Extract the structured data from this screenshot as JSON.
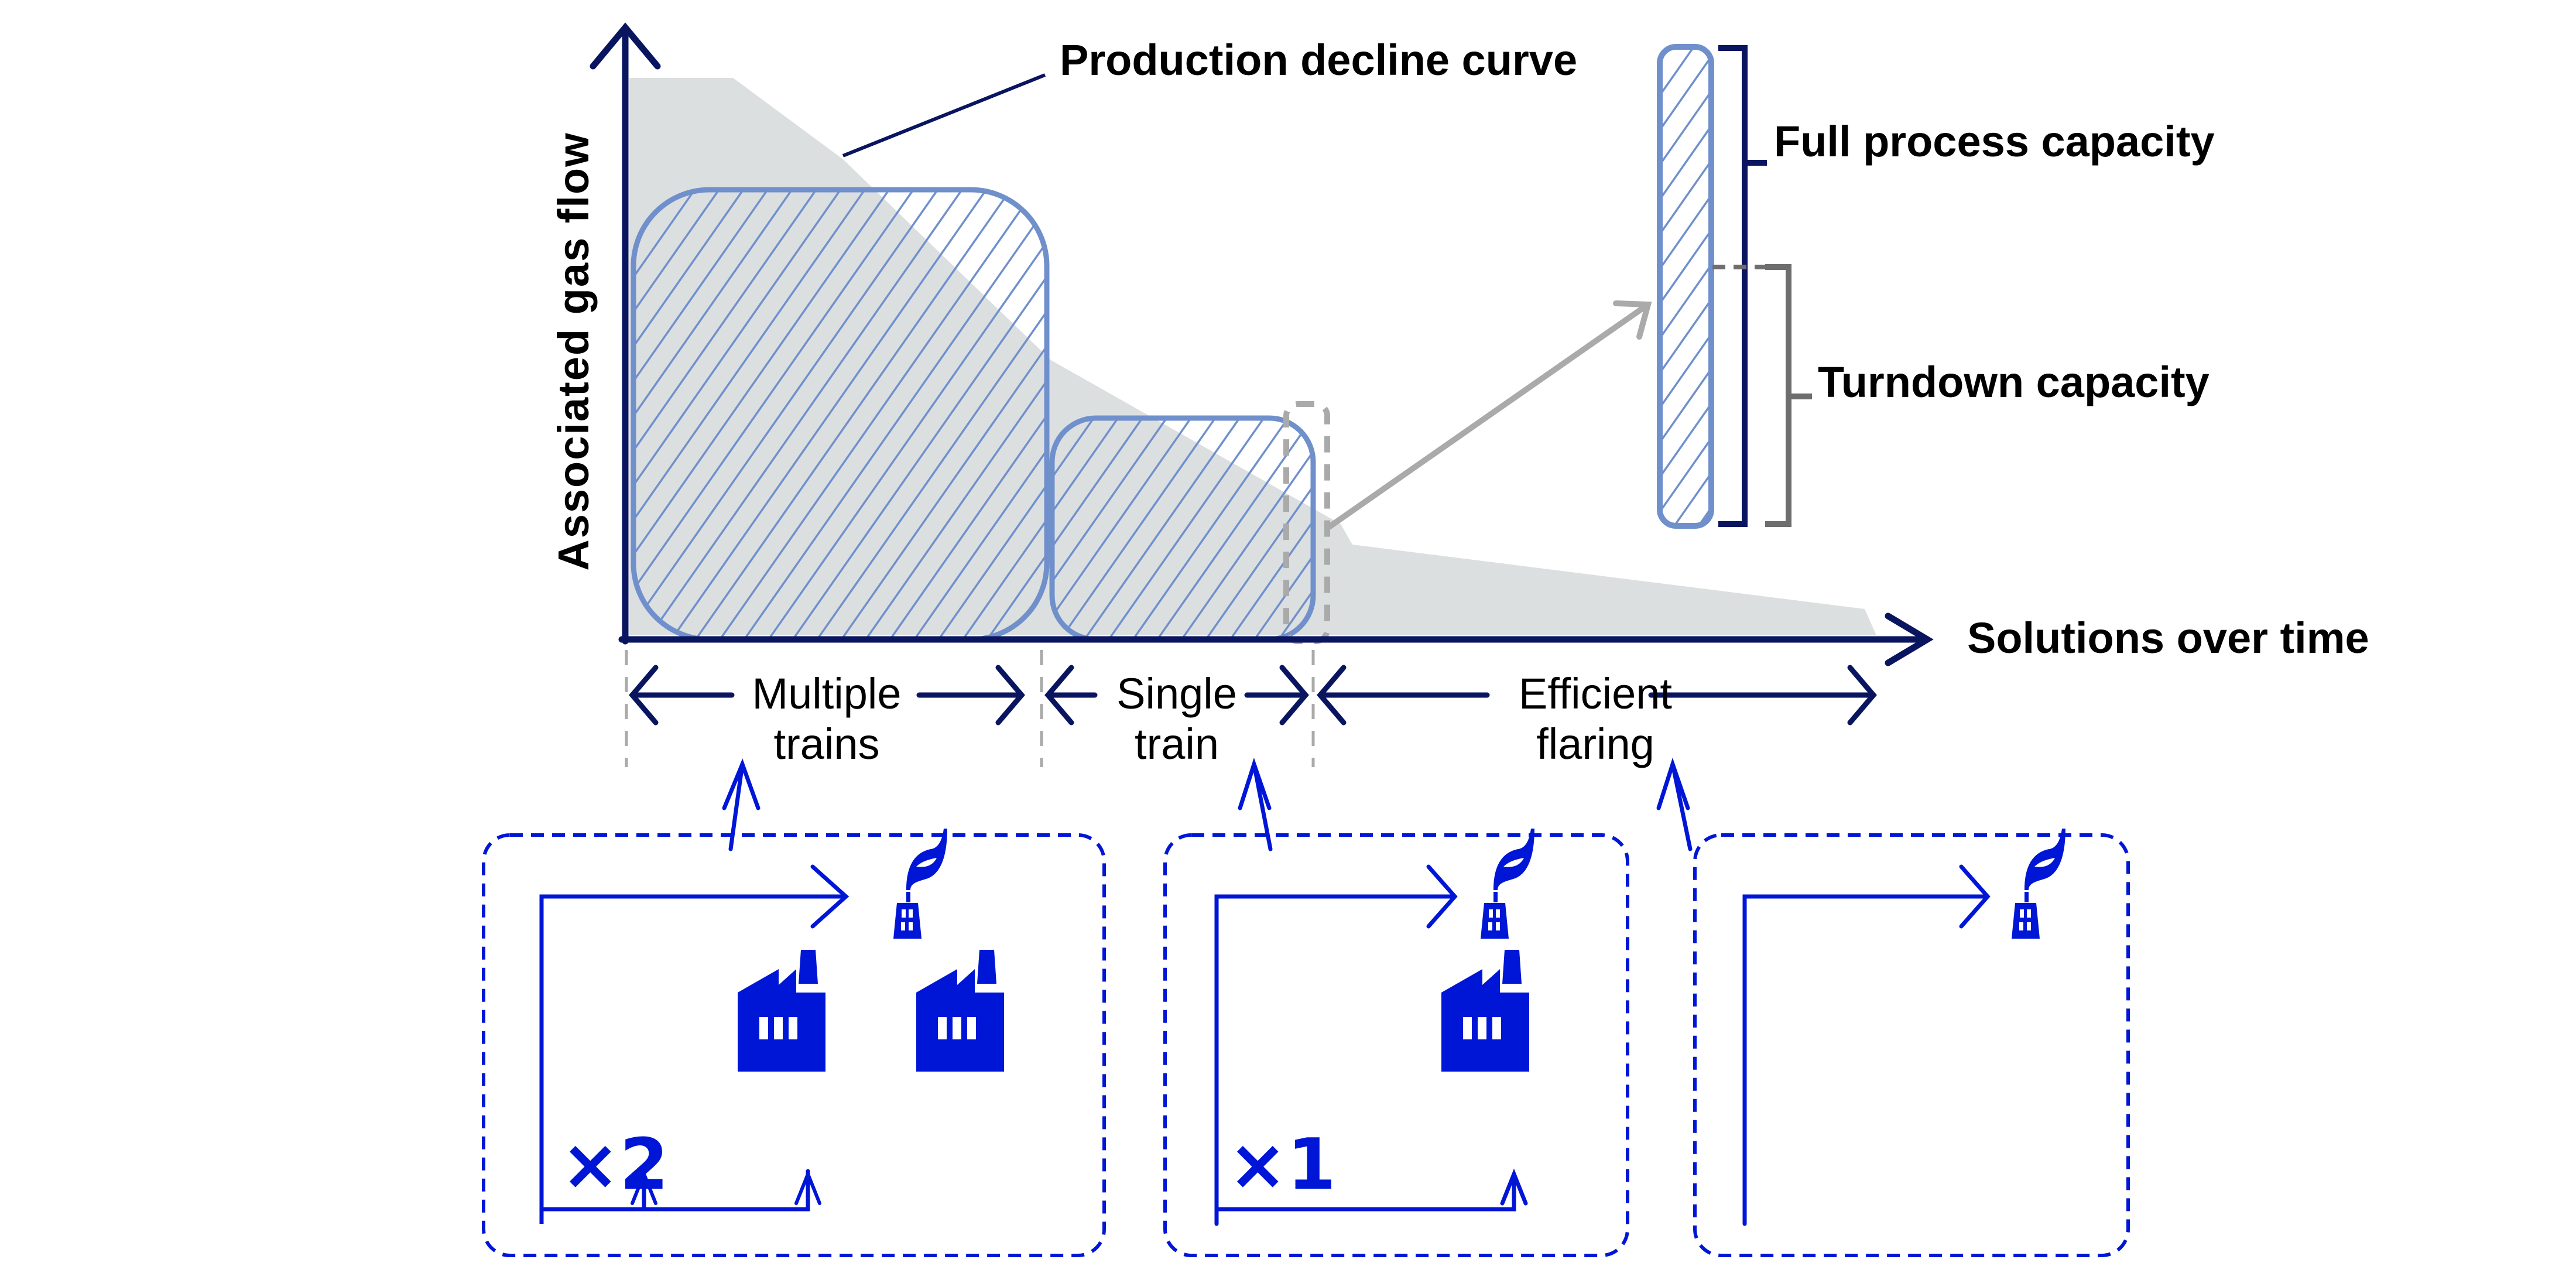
{
  "diagram": {
    "y_axis_label": "Associated gas flow",
    "x_axis_label": "Solutions over time",
    "decline_curve_label": "Production decline curve",
    "capacity": {
      "full_label": "Full process capacity",
      "turndown_label": "Turndown capacity"
    },
    "phases": [
      {
        "line1": "Multiple",
        "line2": "trains"
      },
      {
        "line1": "Single",
        "line2": "train"
      },
      {
        "line1": "Efficient",
        "line2": "flaring"
      }
    ],
    "solution_boxes": [
      {
        "multiplier": "×2",
        "factories": 2,
        "flare": true
      },
      {
        "multiplier": "×1",
        "factories": 1,
        "flare": true
      },
      {
        "multiplier": "",
        "factories": 0,
        "flare": true
      }
    ],
    "colors": {
      "axis": "#0a1560",
      "curve_fill": "#dcdfe0",
      "hatch_box": "#7090cc",
      "icon_blue": "#0016d6",
      "grey_arrow": "#aaaaaa",
      "turndown_bracket": "#6e6e6e"
    }
  }
}
